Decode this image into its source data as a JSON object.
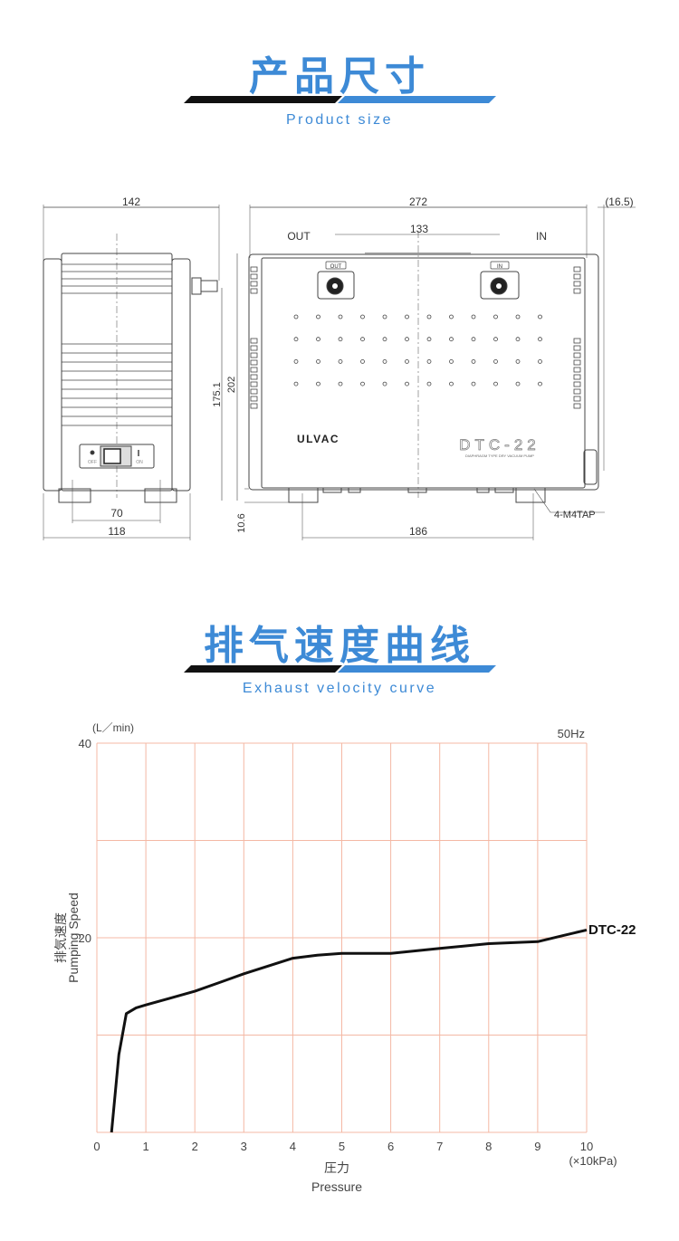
{
  "section1": {
    "title": "产品尺寸",
    "subtitle": "Product size"
  },
  "section2": {
    "title": "排气速度曲线",
    "subtitle": "Exhaust velocity curve"
  },
  "colors": {
    "accent": "#3d8ad6",
    "grid": "#f4b8a4",
    "curve": "#111111"
  },
  "diagram": {
    "front": {
      "width_total": "142",
      "height_inner": "175.1",
      "height_total": "202",
      "foot_spacing": "70",
      "base_width": "118",
      "switch_off": "OFF",
      "switch_on": "ON"
    },
    "side": {
      "width_total": "272",
      "fitting": "(16.5)",
      "port_spacing": "133",
      "out_label": "OUT",
      "in_label": "IN",
      "out_tag": "OUT",
      "in_tag": "IN",
      "foot_height": "10.6",
      "foot_spacing": "186",
      "tap_label": "4-M4TAP",
      "brand": "ULVAC",
      "model": "DTC-22",
      "model_sub": "DIAPHRAGM TYPE DRY VACUUM PUMP"
    }
  },
  "chart_data": {
    "type": "line",
    "title": "",
    "frequency_label": "50Hz",
    "y_unit": "(L／min)",
    "ylabel_cn": "排気速度",
    "ylabel": "Pumping Speed",
    "xlabel_cn": "圧力",
    "xlabel": "Pressure",
    "x_unit": "(×10kPa)",
    "xlim": [
      0,
      10
    ],
    "ylim": [
      0,
      40
    ],
    "x_ticks": [
      "0",
      "1",
      "2",
      "3",
      "4",
      "5",
      "6",
      "7",
      "8",
      "9",
      "10"
    ],
    "y_ticks": [
      "20",
      "40"
    ],
    "grid": true,
    "series": [
      {
        "name": "DTC-22",
        "x": [
          0.3,
          0.45,
          0.6,
          0.8,
          1,
          1.5,
          2,
          2.5,
          3,
          3.5,
          4,
          4.5,
          5,
          6,
          7,
          8,
          9,
          9.5,
          10
        ],
        "y": [
          0,
          8,
          12.2,
          12.8,
          13.1,
          13.8,
          14.5,
          15.4,
          16.3,
          17.1,
          17.9,
          18.2,
          18.4,
          18.4,
          18.9,
          19.4,
          19.6,
          20.2,
          20.8
        ]
      }
    ]
  }
}
